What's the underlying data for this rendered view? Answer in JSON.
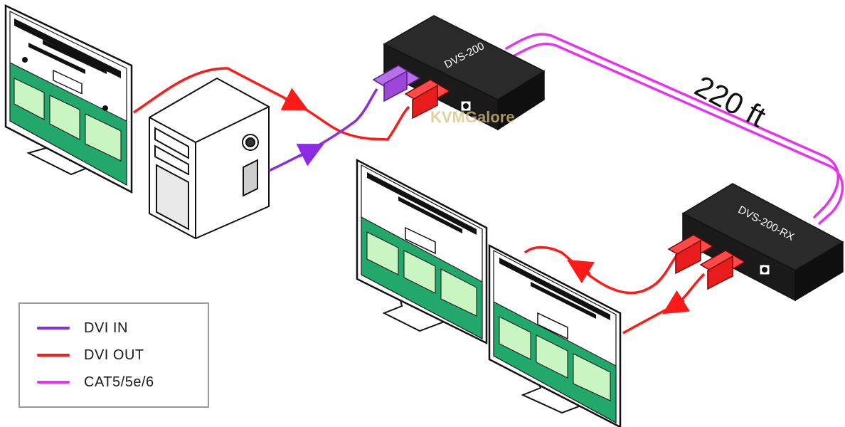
{
  "devices": {
    "transmitter": {
      "label": "DVS-200"
    },
    "receiver": {
      "label": "DVS-200-RX"
    }
  },
  "distance_label": "220 ft",
  "watermark": "KVMGalore",
  "legend": {
    "items": [
      {
        "label": "DVI IN",
        "color": "#8b2be2"
      },
      {
        "label": "DVI OUT",
        "color": "#ff1a1a"
      },
      {
        "label": "CAT5/5e/6",
        "color": "#e633f0"
      }
    ]
  },
  "colors": {
    "dvi_in": "#8b2be2",
    "dvi_out": "#ff1a1a",
    "cat_cable": "#e633f0",
    "screen_green": "#22a86a",
    "device_body": "#1f1f1f"
  }
}
